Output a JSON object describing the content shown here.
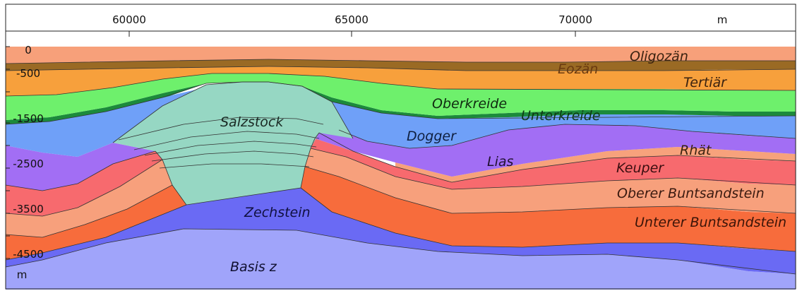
{
  "x_axis": {
    "unit": "m",
    "ticks": [
      {
        "value": 60000,
        "label": "60000"
      },
      {
        "value": 65000,
        "label": "65000"
      },
      {
        "value": 70000,
        "label": "70000"
      }
    ]
  },
  "y_axis": {
    "unit": "m",
    "ticks": [
      {
        "value": 0,
        "label": "0"
      },
      {
        "value": -500,
        "label": "-500"
      },
      {
        "value": -1500,
        "label": "-1500"
      },
      {
        "value": -2500,
        "label": "-2500"
      },
      {
        "value": -3500,
        "label": "-3500"
      },
      {
        "value": -4500,
        "label": "-4500"
      }
    ]
  },
  "layers": {
    "oligozaen": {
      "label": "Oligozän",
      "color": "#f7a07a"
    },
    "eozaen": {
      "label": "Eozän",
      "color": "#9a6a24"
    },
    "tertiaer": {
      "label": "Tertiär",
      "color": "#f7a03c"
    },
    "oberkreide": {
      "label": "Oberkreide",
      "color": "#6ef06c"
    },
    "unterkreide": {
      "label": "Unterkreide",
      "color": "#1c8a3c"
    },
    "dogger": {
      "label": "Dogger",
      "color": "#6fa0f8"
    },
    "salzstock": {
      "label": "Salzstock",
      "color": "#96d7c3"
    },
    "lias": {
      "label": "Lias",
      "color": "#a26ef4"
    },
    "rhaet": {
      "label": "Rhät",
      "color": "#f7a27c"
    },
    "keuper": {
      "label": "Keuper",
      "color": "#f76a6e"
    },
    "oberer_bunt": {
      "label": "Oberer Buntsandstein",
      "color": "#f7a07c"
    },
    "unterer_bunt": {
      "label": "Unterer Buntsandstein",
      "color": "#f76c3c"
    },
    "zechstein": {
      "label": "Zechstein",
      "color": "#6a6af4"
    },
    "basis": {
      "label": "Basis z",
      "color": "#a0a4fa"
    }
  }
}
